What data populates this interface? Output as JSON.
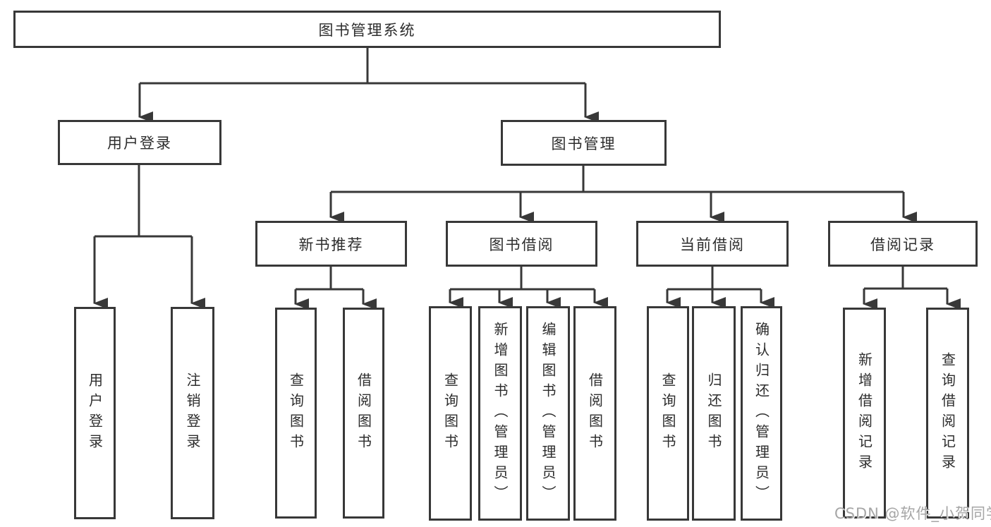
{
  "tree": {
    "root": "图书管理系统",
    "level1": [
      {
        "label": "用户登录",
        "leaves": [
          "用户登录",
          "注销登录"
        ]
      },
      {
        "label": "图书管理",
        "children": [
          {
            "label": "新书推荐",
            "leaves": [
              "查询图书",
              "借阅图书"
            ]
          },
          {
            "label": "图书借阅",
            "leaves": [
              "查询图书",
              "新增图书（管理员）",
              "编辑图书（管理员）",
              "借阅图书"
            ]
          },
          {
            "label": "当前借阅",
            "leaves": [
              "查询图书",
              "归还图书",
              "确认归还（管理员）"
            ]
          },
          {
            "label": "借阅记录",
            "leaves": [
              "新增借阅记录",
              "查询借阅记录"
            ]
          }
        ]
      }
    ]
  },
  "watermark": {
    "text": "CSDN @软件_小贺同学"
  },
  "colors": {
    "line": "#383838",
    "box_border": "#383838",
    "text": "#2d2d2d",
    "watermark": "#a6a6a6",
    "background": "#ffffff"
  }
}
